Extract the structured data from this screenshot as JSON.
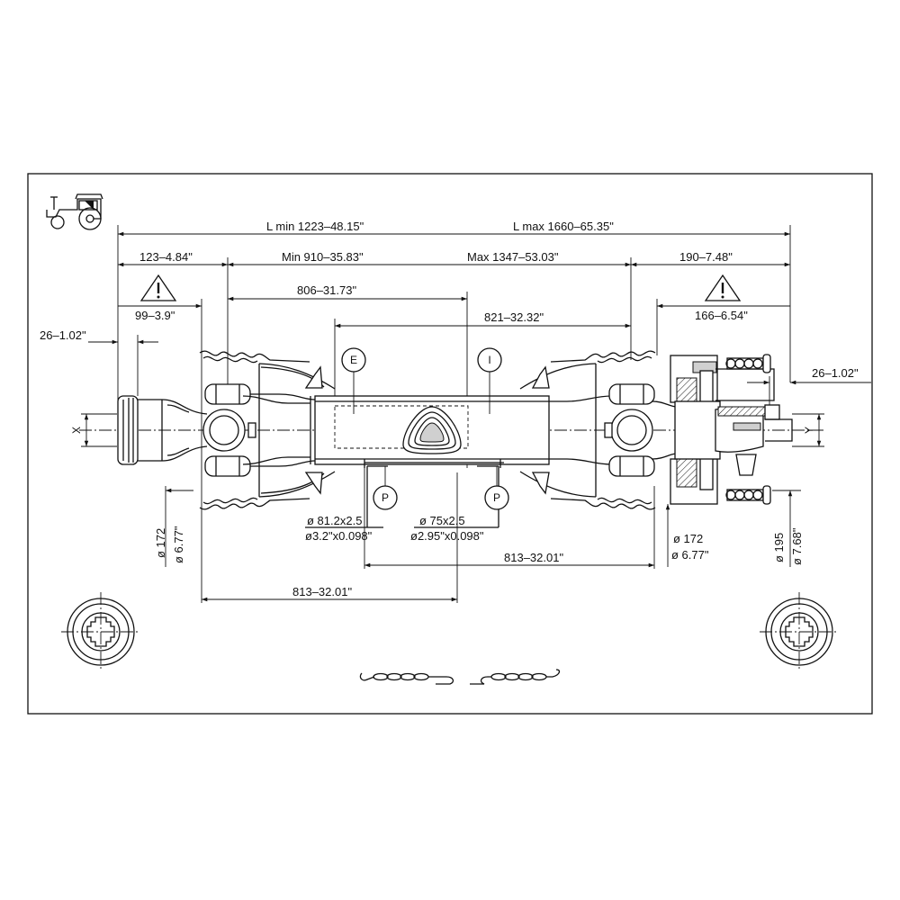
{
  "dimensions": {
    "l_min": "L min  1223–48.15\"",
    "l_max": "L max  1660–65.35\"",
    "left_yoke": "123–4.84\"",
    "min_len": "Min  910–35.83\"",
    "max_len": "Max  1347–53.03\"",
    "right_yoke": "190–7.48\"",
    "guard_left": "99–3.9\"",
    "guard_right": "166–6.54\"",
    "outer_tube_len": "806–31.73\"",
    "inner_tube_len": "821–32.32\"",
    "end_left": "26–1.02\"",
    "end_right": "26–1.02\"",
    "outer_tube_profile": "ø  81.2x2.5",
    "outer_tube_profile_in": "ø3.2\"x0.098\"",
    "inner_tube_profile": "ø  75x2.5",
    "inner_tube_profile_in": "ø2.95\"x0.098\"",
    "joint_dia_left_mm": "ø  172",
    "joint_dia_left_in": "ø  6.77\"",
    "joint_dia_right_mm": "ø  172",
    "joint_dia_right_in": "ø  6.77\"",
    "clutch_dia_mm": "ø  195",
    "clutch_dia_in": "ø  7.68\"",
    "overlap_right": "813–32.01\"",
    "overlap_left": "813–32.01\""
  },
  "markers": {
    "outer_tube": "E",
    "inner_tube": "I",
    "profile_left": "P",
    "profile_right": "P",
    "end_left": "X",
    "end_right": "Y"
  },
  "icons": [
    "tractor-icon",
    "warning-icon",
    "safety-chain-icon",
    "spline-hub-icon"
  ]
}
